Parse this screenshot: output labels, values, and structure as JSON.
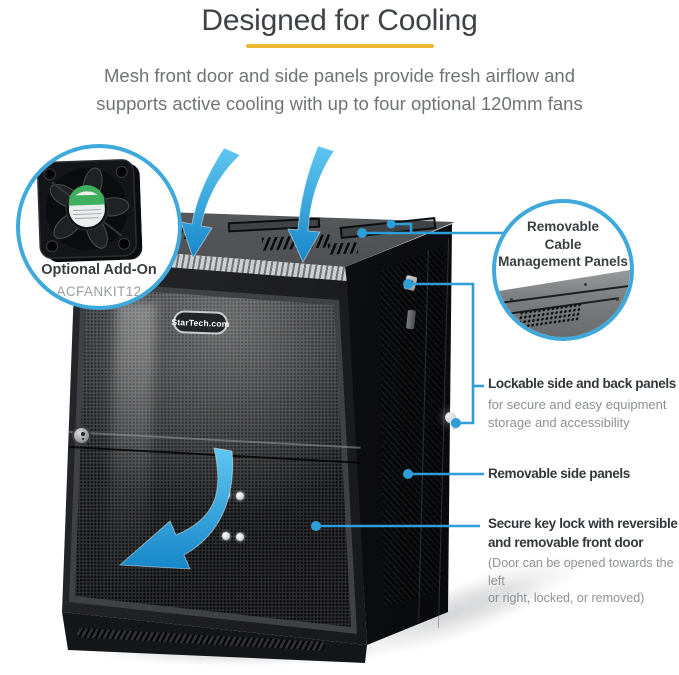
{
  "header": {
    "title": "Designed for Cooling",
    "subtitle": "Mesh front door and side panels provide fresh airflow and\nsupports active cooling with up to four optional 120mm fans"
  },
  "fan_callout": {
    "title": "Optional Add-On",
    "sku": "ACFANKIT12"
  },
  "cable_callout": {
    "label": "Removable\nCable\nManagement Panels"
  },
  "callouts": {
    "lockable": {
      "title": "Lockable side and back panels",
      "desc": "for secure and easy equipment\nstorage and accessibility"
    },
    "side_panels": {
      "title": "Removable side panels"
    },
    "key_lock": {
      "title": "Secure key lock with reversible\nand removable front door",
      "desc": "(Door can be opened towards the left\nor right, locked, or removed)"
    }
  },
  "cabinet": {
    "brand": "StarTech.com"
  },
  "colors": {
    "accent_blue": "#2d9ed8",
    "circle_border": "#3fa9dc",
    "underline_yellow": "#edb633",
    "arrow_light": "#5fc6f0",
    "arrow_dark": "#1787c9"
  }
}
